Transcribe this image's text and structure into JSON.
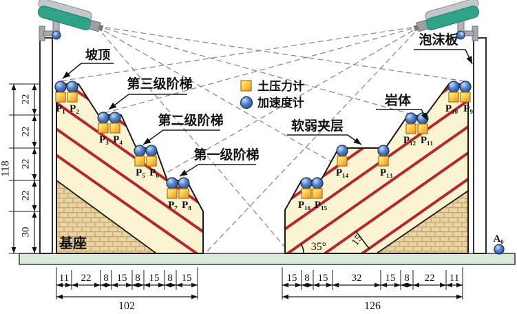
{
  "legend": {
    "pressure_cell": "土压力计",
    "accelerometer": "加速度计"
  },
  "callouts": {
    "slope_top": "坡顶",
    "step3": "第三级阶梯",
    "step2": "第二级阶梯",
    "step1": "第一级阶梯",
    "weak_interlayer": "软弱夹层",
    "rock_mass": "岩体",
    "foam_board": "泡沫板",
    "pedestal": "基座"
  },
  "sensors": {
    "p": [
      "P₁",
      "P₂",
      "P₃",
      "P₄",
      "P₅",
      "P₆",
      "P₇",
      "P₈",
      "P₉",
      "P₁₀",
      "P₁₁",
      "P₁₂",
      "P₁₃",
      "P₁₄",
      "P₁₅",
      "P₁₆"
    ],
    "a0": "A₀"
  },
  "annotations": {
    "dip_angle": "35°",
    "layer_spacing": "15"
  },
  "dimensions": {
    "left": {
      "total": "118",
      "segments": [
        "22",
        "22",
        "22",
        "22",
        "30"
      ]
    },
    "bottom_left": {
      "total": "102",
      "segments": [
        "11",
        "22",
        "8",
        "15",
        "8",
        "15",
        "8",
        "15"
      ]
    },
    "bottom_right": {
      "total": "126",
      "segments": [
        "15",
        "8",
        "15",
        "32",
        "15",
        "8",
        "22",
        "11"
      ]
    }
  },
  "colors": {
    "slope_fill": "#FBF4D3",
    "weak_layer_red": "#B3282D",
    "base_plate_green": "#D9ECDA",
    "brick_tan": "#E9D4A2",
    "camera_green": "#2FA287",
    "sensor_yellow": "#F5A623",
    "sensor_blue": "#3B6FB5",
    "sightline_gray": "#8A8A8A"
  }
}
